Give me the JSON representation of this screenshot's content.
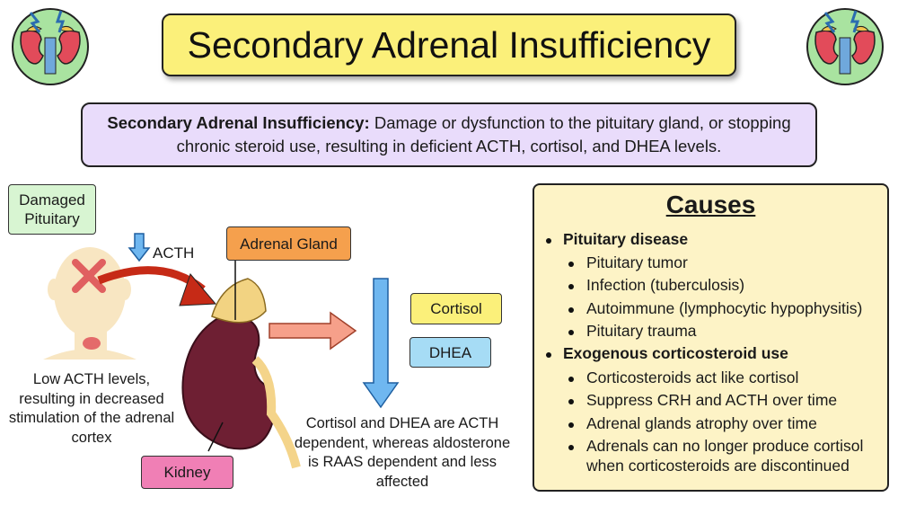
{
  "title": "Secondary Adrenal Insufficiency",
  "definition": {
    "term": "Secondary Adrenal Insufficiency:",
    "text": "Damage or dysfunction to the pituitary gland, or stopping chronic steroid use, resulting in deficient ACTH, cortisol, and DHEA levels."
  },
  "labels": {
    "damaged_pituitary": "Damaged Pituitary",
    "acth": "ACTH",
    "adrenal_gland": "Adrenal Gland",
    "cortisol": "Cortisol",
    "dhea": "DHEA",
    "kidney": "Kidney"
  },
  "captions": {
    "low_acth": "Low ACTH levels, resulting in decreased stimulation of the adrenal cortex",
    "dependency": "Cortisol and DHEA are ACTH dependent, whereas aldosterone is RAAS dependent and less affected"
  },
  "causes": {
    "title": "Causes",
    "groups": [
      {
        "heading": "Pituitary disease",
        "items": [
          "Pituitary tumor",
          "Infection (tuberculosis)",
          "Autoimmune (lymphocytic hypophysitis)",
          "Pituitary trauma"
        ]
      },
      {
        "heading": "Exogenous corticosteroid use",
        "items": [
          "Corticosteroids act like cortisol",
          "Suppress CRH and ACTH over time",
          "Adrenal glands atrophy over time",
          "Adrenals can no longer produce cortisol when corticosteroids are discontinued"
        ]
      }
    ]
  },
  "colors": {
    "title_bg": "#fbf07a",
    "definition_bg": "#e9dcfb",
    "causes_bg": "#fdf3c6",
    "arrow_blue": "#6fb7f0",
    "arrow_red": "#c62a16",
    "arrow_salmon": "#f6a08a"
  },
  "icons": [
    "adrenal-kidney-icon",
    "down-arrow-icon",
    "curved-arrow-icon",
    "right-arrow-icon",
    "head-icon",
    "kidney-illustration"
  ]
}
